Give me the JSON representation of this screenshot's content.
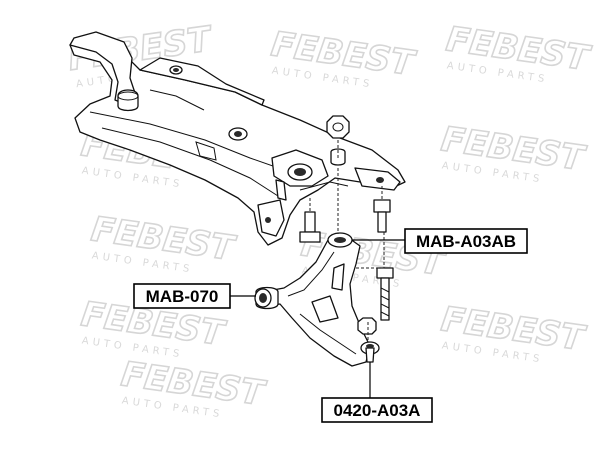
{
  "watermark": {
    "brand": "FEBEST",
    "tagline": "AUTO PARTS"
  },
  "callouts": [
    {
      "id": "mab-a03ab",
      "label": "MAB-A03AB"
    },
    {
      "id": "mab-070",
      "label": "MAB-070"
    },
    {
      "id": "0420-a03a",
      "label": "0420-A03A"
    }
  ]
}
